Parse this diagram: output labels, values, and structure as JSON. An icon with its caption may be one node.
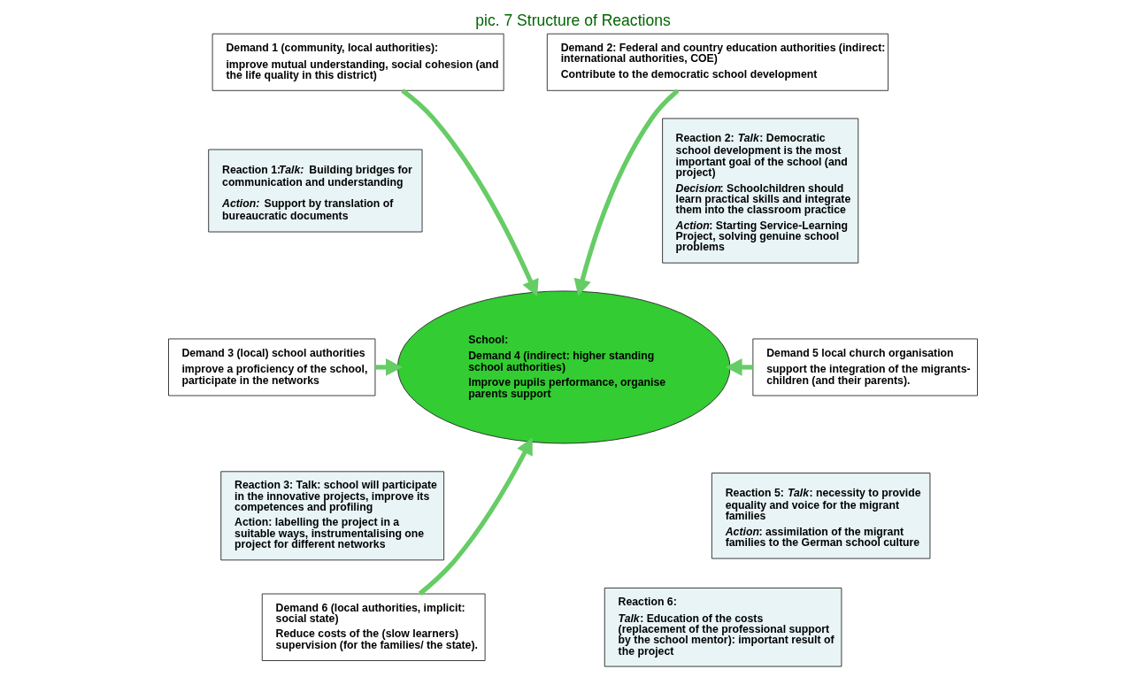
{
  "diagram": {
    "title": "pic. 7 Structure of Reactions",
    "nodes": [
      {
        "text": [
          "Demand 1 (community, local authorities):",
          "improve mutual understanding, social cohesion (and the life quality in this district)"
        ]
      },
      {
        "text": [
          "Demand 2: Federal and country education authorities (indirect: international authorities, COE)",
          "Contribute to the democratic school development"
        ]
      },
      {
        "text": [
          "Reaction 1:*Talk:* Building bridges for communication and understanding",
          "*Action:* Support by translation of bureaucratic documents"
        ]
      },
      {
        "text": [
          "School:",
          "Demand 4 (indirect: higher standing school authorities)",
          "Improve pupils performance, organise parents support"
        ]
      },
      {
        "text": [
          "Reaction 2: *Talk*: Democratic school development is the most important goal of the school (and project)",
          "*Decision*: Schoolchildren should learn practical skills and integrate them into the classroom practice",
          "*Action*: Starting Service-Learning Project, solving genuine school problems"
        ]
      },
      {
        "text": [
          "Demand 3 (local) school authorities",
          "improve a proficiency of the school, participate in the networks"
        ]
      },
      {
        "text": [
          "Demand 5 local church organisation",
          "support the integration of the migrants-children (and their parents)."
        ]
      },
      {
        "text": [
          "Reaction 3: Talk: school will participate in the innovative projects, improve its competences and profiling",
          "Action: labelling the project in a suitable ways, instrumentalising one project for different networks"
        ]
      },
      {
        "text": [
          "Reaction 5: *Talk*: necessity to provide equality and voice for the migrant families",
          "*Action*: assimilation of the migrant families to the German school culture"
        ]
      },
      {
        "text": [
          "Demand 6 (local authorities, implicit: social state)",
          "Reduce costs of the (slow learners) supervision (for the families/ the state)."
        ]
      },
      {
        "text": [
          "Reaction 6:",
          "*Talk*: Education of the costs (replacement of the professional support by the school mentor): important result of the project"
        ]
      }
    ],
    "edges": [
      {
        "from": 0,
        "to": 3,
        "arrow": "to"
      },
      {
        "from": 1,
        "to": 3,
        "arrow": "to"
      },
      {
        "from": 5,
        "to": 3,
        "arrow": "to"
      },
      {
        "from": 6,
        "to": 3,
        "arrow": "to"
      },
      {
        "from": 9,
        "to": 3,
        "arrow": "to"
      }
    ]
  }
}
